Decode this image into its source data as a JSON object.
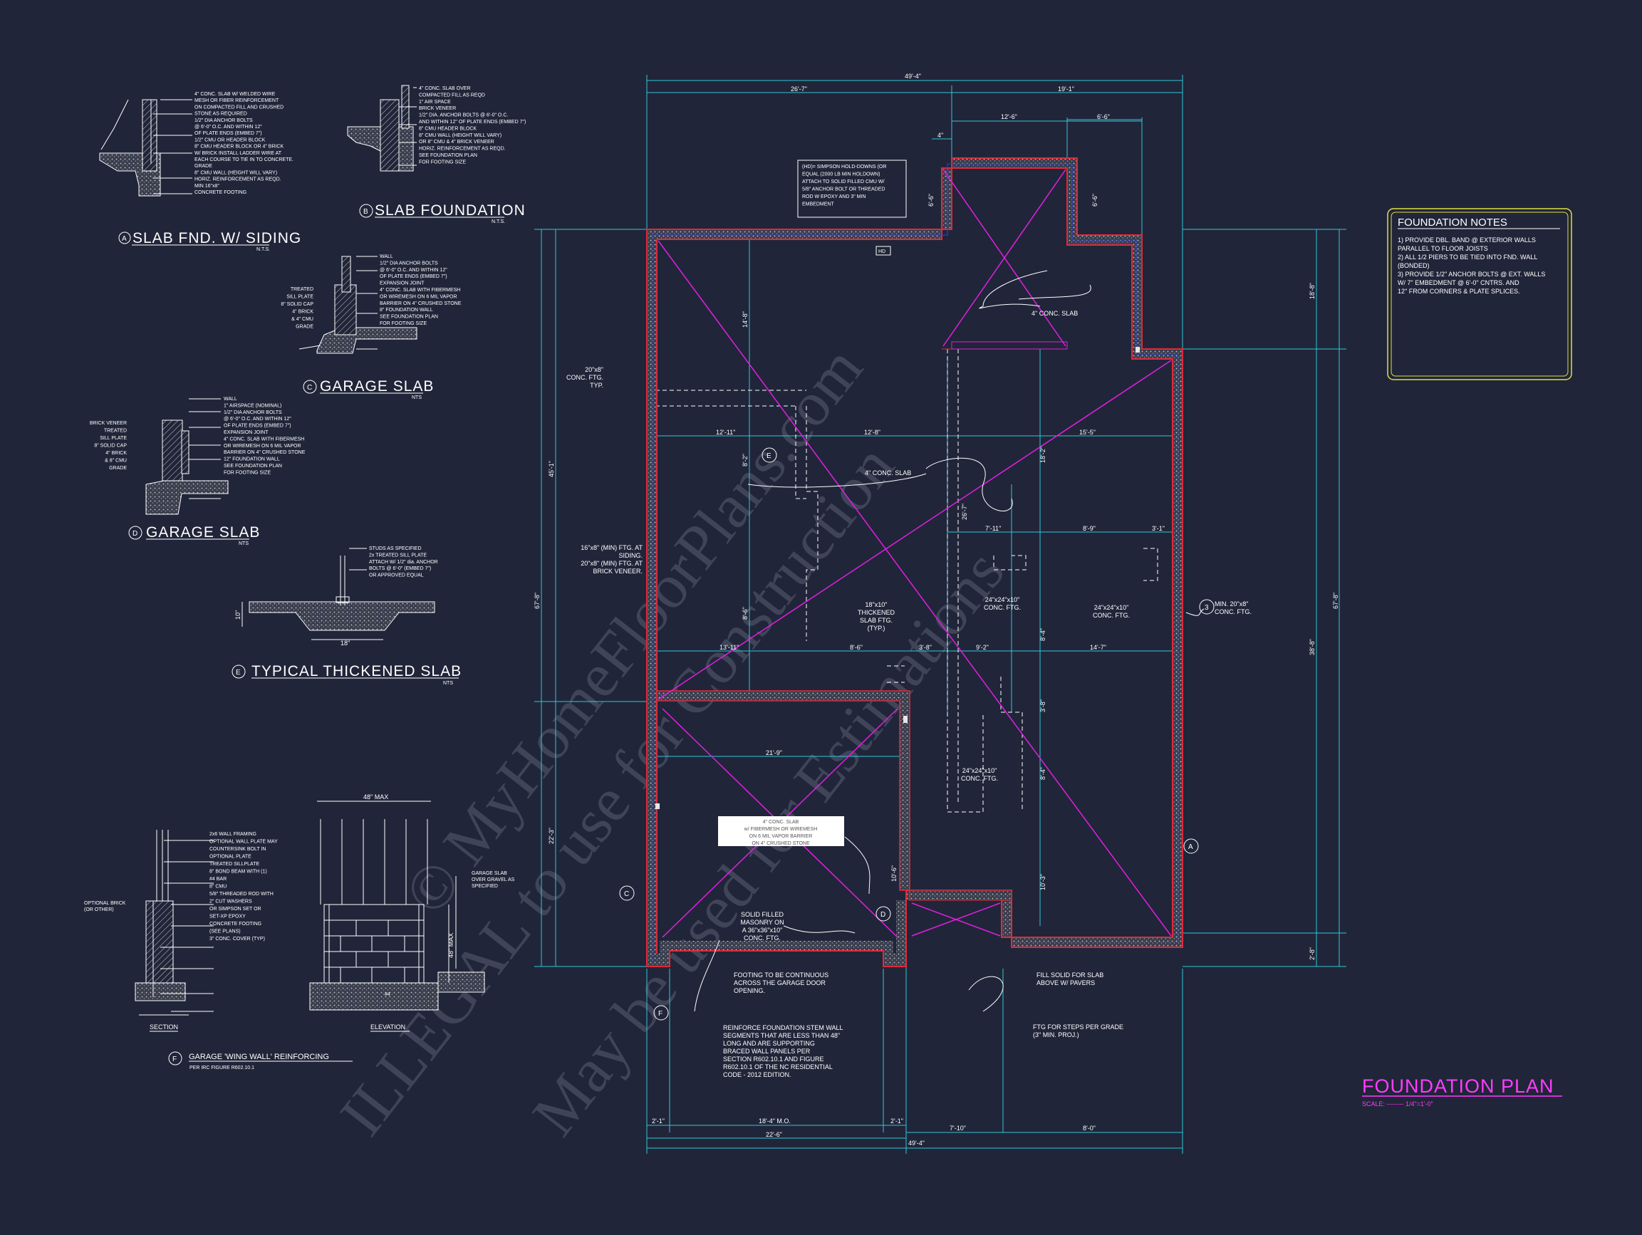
{
  "colors": {
    "background": "#212539",
    "dimension": "#2ec8d8",
    "wall": "#e02a3a",
    "diagonal": "#e020e0",
    "plan_title": "#ff3cff",
    "notes_border": "#e0e040",
    "text": "#ffffff"
  },
  "plan_title": "FOUNDATION PLAN",
  "plan_scale": "SCALE: -------- 1/4\"=1'-0\"",
  "watermark": {
    "line1": "© MyHomeFloorPlans.com",
    "line2": "ILLEGAL to use for Construction",
    "line3": "May be used for Estimations"
  },
  "notes": {
    "title": "FOUNDATION NOTES",
    "items": [
      "1) PROVIDE DBL. BAND @ EXTERIOR WALLS",
      "PARALLEL TO FLOOR JOISTS",
      "2) ALL 1/2 PIERS TO BE TIED INTO FND. WALL",
      "(BONDED)",
      "3) PROVIDE 1/2\" ANCHOR BOLTS @ EXT. WALLS",
      "W/ 7\" EMBEDMENT @ 6'-0\" CNTRS. AND",
      "12\" FROM CORNERS & PLATE SPLICES."
    ]
  },
  "details": {
    "a": {
      "letter": "A",
      "title": "SLAB FND. W/ SIDING",
      "scale": "N.T.S.",
      "notes": [
        "4\" CONC. SLAB W/ WELDED WIRE",
        "MESH OR FIBER REINFORCEMENT",
        "ON COMPACTED FILL AND CRUSHED",
        "STONE AS REQUIRED",
        "1/2\" DIA ANCHOR BOLTS",
        "@ 6'-0\" O.C. AND WITHIN 12\"",
        "OF PLATE ENDS (EMBED 7\")",
        "1/2\" CMU OR HEADER BLOCK",
        "8\" CMU HEADER BLOCK OR 4\" BRICK",
        "W/ BRICK INSTALL LADDER WIRE AT",
        "EACH COURSE TO TIE IN TO CONCRETE.",
        "GRADE",
        "8\" CMU WALL (HEIGHT WILL VARY)",
        "HORIZ. REINFORCEMENT AS REQD.",
        "MIN 16\"x8\"",
        "CONCRETE FOOTING"
      ]
    },
    "b": {
      "letter": "B",
      "title": "SLAB FOUNDATION",
      "scale": "N.T.S.",
      "notes": [
        "4\" CONC. SLAB OVER",
        "COMPACTED FILL AS REQD",
        "1\" AIR SPACE",
        "BRICK VENEER",
        "1/2\" DIA. ANCHOR BOLTS @ 6'-0\" O.C.",
        "AND WITHIN 12\" OF PLATE ENDS (EMBED 7\")",
        "8\" CMU HEADER BLOCK",
        "8\" CMU WALL (HEIGHT WILL VARY)",
        "OR 8\" CMU & 4\" BRICK VENEER",
        "HORIZ. REINFORCEMENT AS REQD.",
        "SEE FOUNDATION PLAN",
        "FOR FOOTING SIZE"
      ]
    },
    "c": {
      "letter": "C",
      "title": "GARAGE SLAB",
      "scale": "NTS",
      "notes": [
        "WALL",
        "1/2\" DIA ANCHOR BOLTS",
        "@ 6'-0\" O.C. AND WITHIN 12\"",
        "OF PLATE ENDS (EMBED 7\")",
        "EXPANSION JOINT",
        "4\" CONC. SLAB WITH FIBERMESH",
        "OR WIREMESH ON 6 MIL VAPOR",
        "BARRIER ON 4\" CRUSHED STONE",
        "8\" FOUNDATION WALL",
        "SEE FOUNDATION PLAN",
        "FOR FOOTING SIZE"
      ],
      "left_notes": [
        "TREATED",
        "SILL PLATE",
        "8\" SOLID CAP",
        "4\" BRICK",
        "& 4\" CMU",
        "GRADE"
      ]
    },
    "d": {
      "letter": "D",
      "title": "GARAGE SLAB",
      "scale": "NTS",
      "notes": [
        "WALL",
        "1\" AIRSPACE (NOMINAL)",
        "1/2\" DIA ANCHOR BOLTS",
        "@ 6'-0\" O.C. AND WITHIN 12\"",
        "OF PLATE ENDS (EMBED 7\")",
        "EXPANSION JOINT",
        "4\" CONC. SLAB WITH FIBERMESH",
        "OR WIREMESH ON 6 MIL VAPOR",
        "BARRIER ON 4\" CRUSHED STONE",
        "12\" FOUNDATION WALL",
        "SEE FOUNDATION PLAN",
        "FOR FOOTING SIZE"
      ],
      "left_notes": [
        "BRICK VENEER",
        "TREATED",
        "SILL PLATE",
        "8\" SOLID CAP",
        "4\" BRICK",
        "& 8\" CMU",
        "GRADE"
      ]
    },
    "e": {
      "letter": "E",
      "title": "TYPICAL THICKENED SLAB",
      "scale": "NTS",
      "notes": [
        "STUDS AS SPECIFIED",
        "2x TREATED SILL PLATE",
        "ATTACH W/ 1/2\" dia. ANCHOR",
        "BOLTS @ 6'-0\" (EMBED 7\")",
        "OR APPROVED EQUAL"
      ],
      "dim_h": "18\"",
      "dim_v": "10\""
    },
    "f": {
      "letter": "F",
      "title": "GARAGE 'WING WALL' REINFORCING",
      "subtitle": "PER IRC FIGURE R602.10.1",
      "section_label": "SECTION",
      "elevation_label": "ELEVATION",
      "max_width": "48\" MAX",
      "max_height": "48\" MAX",
      "left_notes": [
        "2x6 WALL FRAMING",
        "OPTIONAL WALL PLATE MAY",
        "COUNTERSINK BOLT IN",
        "OPTIONAL PLATE",
        "TREATED SILLPLATE",
        "8\" BOND BEAM WITH (1)",
        "#4 BAR",
        "8\" CMU",
        "5/8\" THREADED ROD WITH",
        "2\" CUT WASHERS",
        "OR SIMPSON SET OR",
        "SET-XP EPOXY",
        "CONCRETE FOOTING",
        "(SEE PLANS)",
        "3\" CONC. COVER (TYP)"
      ],
      "brick_note": [
        "OPTIONAL BRICK",
        "(OR OTHER)"
      ],
      "right_note": [
        "GARAGE SLAB",
        "OVER GRAVEL AS",
        "SPECIFIED"
      ],
      "bar_label": "#4"
    }
  },
  "plan": {
    "dims_top": {
      "overall": "49'-4\"",
      "left": "26'-7\"",
      "right": "19'-1\"",
      "mid_left": "12'-6\"",
      "mid_right": "6'-6\"",
      "small": "4\""
    },
    "dims_bottom": {
      "overall": "49'-4\"",
      "left": "22'-6\"",
      "opening": "18'-4\" M.O.",
      "side_left": "2'-1\"",
      "side_right": "2'-1\"",
      "mid": "7'-10\"",
      "right": "8'-0\""
    },
    "dims_left": {
      "overall": "67'-8\"",
      "upper": "45'-1\"",
      "lower": "22'-3\"",
      "row1": "14'-8\"",
      "row2": "8'-2\"",
      "row3": "8'-6\""
    },
    "dims_right": {
      "overall": "67'-8\"",
      "upper": "18'-8\"",
      "middle": "38'-8\"",
      "lower": "2'-8\"",
      "col1": "18'-2\"",
      "col2": "26'-7\"",
      "col3": "8'-4\"",
      "col4": "3'-8\"",
      "col5": "8'-4\"",
      "col6": "10'-3\""
    },
    "dims_interior": {
      "row_a": [
        "12'-11\"",
        "12'-8\"",
        "15'-5\""
      ],
      "row_b": [
        "7'-11\"",
        "8'-9\"",
        "3'-1\""
      ],
      "row_c": [
        "13'-11\"",
        "8'-6\"",
        "3'-8\"",
        "9'-2\"",
        "14'-7\""
      ],
      "garage": "21'-9\"",
      "stoop_v": "6'-6\"",
      "bump_h": "6'-6\"",
      "bump_w": "10'-6\""
    },
    "labels": {
      "slab_top": "4\" CONC. SLAB",
      "slab_main": "4\" CONC. SLAB",
      "garage_slab": [
        "4\" CONC. SLAB",
        "w/ FIBERMESH OR WIREMESH",
        "ON 6 MIL VAPOR BARRIER",
        "ON 4\" CRUSHED STONE"
      ],
      "footing_left": [
        "20\"x8\"",
        "CONC. FTG.",
        "TYP."
      ],
      "footing_side": [
        "16\"x8\" (MIN) FTG. AT",
        "SIDING.",
        "20\"x8\" (MIN) FTG. AT",
        "BRICK VENEER."
      ],
      "thickened": [
        "18\"x10\"",
        "THICKENED",
        "SLAB FTG.",
        "(TYP.)"
      ],
      "pier1": [
        "24\"x24\"x10\"",
        "CONC. FTG."
      ],
      "pier2": [
        "24\"x24\"x10\"",
        "CONC. FTG."
      ],
      "pier3": [
        "24\"x24\"x10\"",
        "CONC. FTG."
      ],
      "min_ftg": [
        "MIN. 20\"x8\"",
        "CONC. FTG."
      ],
      "hd_note": [
        "(HD)= SIMPSON HOLD-DOWNS (OR",
        "EQUAL (2000 LB MIN HOLDOWN)",
        "ATTACH TO SOLID FILLED CMU W/",
        "5/8\" ANCHOR BOLT OR THREADED",
        "ROD W EPOXY AND 3\" MIN",
        "EMBEDMENT"
      ],
      "hd_tag": "HD",
      "solid_filled": [
        "SOLID FILLED",
        "MASONRY ON",
        "A 36\"x36\"x10\"",
        "CONC. FTG."
      ],
      "footing_continuous": [
        "FOOTING TO BE CONTINUOUS",
        "ACROSS THE GARAGE DOOR",
        "OPENING."
      ],
      "reinforce": [
        "REINFORCE FOUNDATION STEM WALL",
        "SEGMENTS THAT ARE LESS THAN 48\"",
        "LONG AND ARE SUPPORTING",
        "BRACED WALL PANELS PER",
        "SECTION R602.10.1 AND FIGURE",
        "R602.10.1 OF THE NC RESIDENTIAL",
        "CODE - 2012 EDITION."
      ],
      "fill_solid": [
        "FILL SOLID FOR SLAB",
        "ABOVE W/ PAVERS"
      ],
      "ftg_steps": [
        "FTG FOR STEPS PER GRADE",
        "(3\" MIN. PROJ.)"
      ],
      "callout_a": "A",
      "callout_c": "C",
      "callout_d": "D",
      "callout_e": "E",
      "callout_f": "F",
      "callout_3": "3"
    }
  }
}
